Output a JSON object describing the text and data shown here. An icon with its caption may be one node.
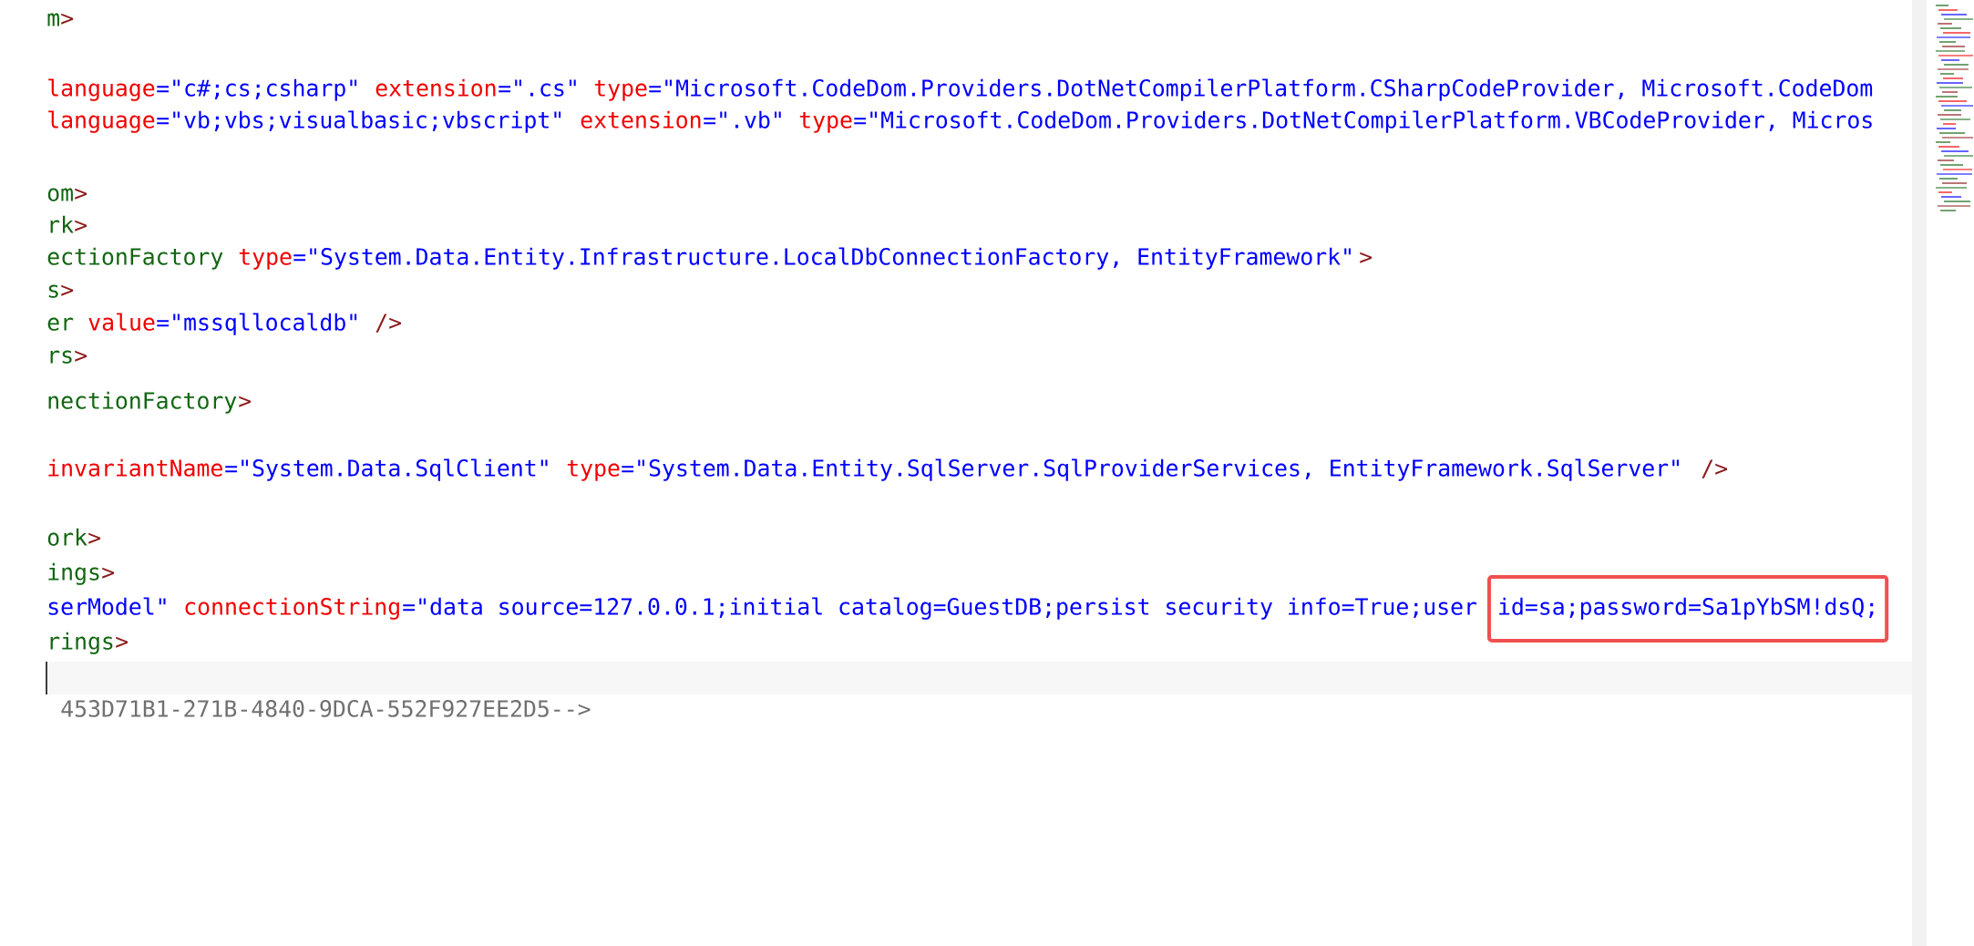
{
  "diagram": {
    "nodes": [
      {
        "text": [
          "id=sa;password=Sa1pYbSM!dsQ;"
        ]
      }
    ],
    "labels": [
      "m",
      ">",
      "language",
      "=\"c#;cs;csharp\"",
      "extension",
      "=\".cs\"",
      "type",
      "=\"Microsoft.CodeDom.Providers.DotNetCompilerPlatform.CSharpCodeProvider, Microsoft.CodeDom",
      "language",
      "=\"vb;vbs;visualbasic;vbscript\"",
      "extension",
      "=\".vb\"",
      "type",
      "=\"Microsoft.CodeDom.Providers.DotNetCompilerPlatform.VBCodeProvider, Micros",
      "om",
      ">",
      "rk",
      ">",
      "ectionFactory",
      "type",
      "=\"System.Data.Entity.Infrastructure.LocalDbConnectionFactory, EntityFramework\"",
      ">",
      "s",
      ">",
      "er",
      "value",
      "=\"mssqllocaldb\"",
      "/>",
      "rs",
      ">",
      "nectionFactory",
      ">",
      "invariantName",
      "=\"System.Data.SqlClient\"",
      "type",
      "=\"System.Data.Entity.SqlServer.SqlProviderServices, EntityFramework.SqlServer\"",
      "/>",
      "ork",
      ">",
      "ings",
      ">",
      "serModel\"",
      "connectionString",
      "=\"data source=127.0.0.1;initial catalog=GuestDB;persist security info=True;user",
      "rings",
      ">",
      "453D71B1-271B-4840-9DCA-552F927EE2D5-->"
    ]
  }
}
